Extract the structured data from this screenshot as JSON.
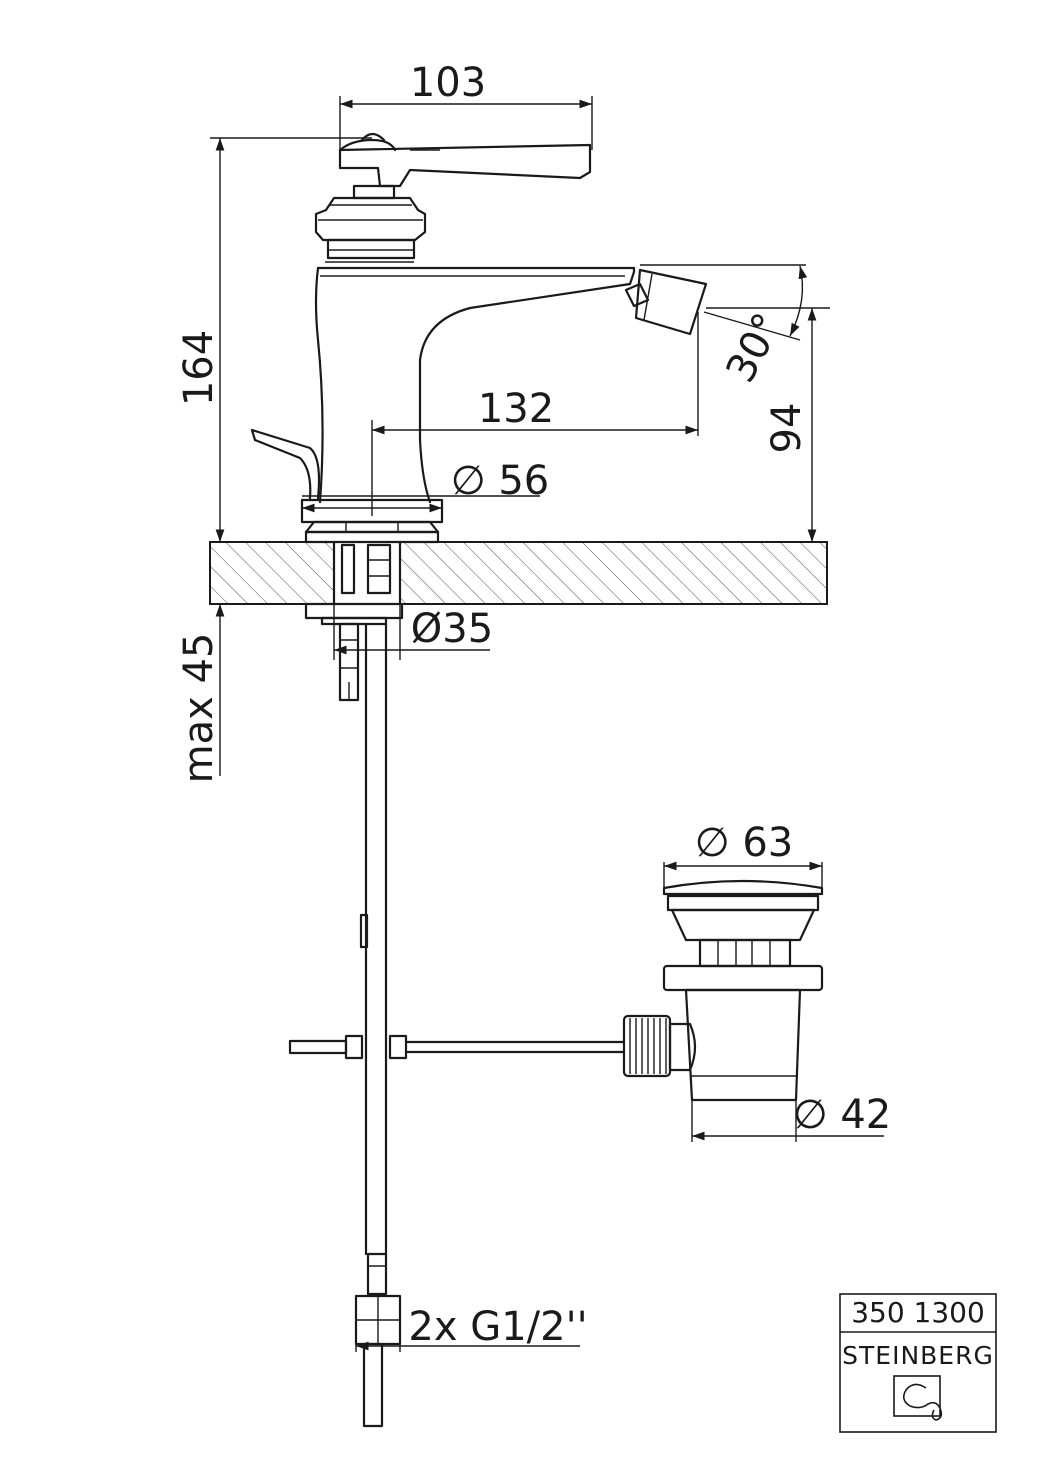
{
  "dimensions": {
    "width_top": "103",
    "height_total": "164",
    "spout_reach": "132",
    "base_diameter": "∅ 56",
    "spout_height": "94",
    "spray_angle": "30°",
    "hole_diameter": "Ø35",
    "max_deck": "max 45",
    "waste_head": "∅ 63",
    "waste_body": "∅ 42",
    "connections": "2x G1/2''"
  },
  "title_block": {
    "product_number": "350 1300",
    "brand": "STEINBERG"
  }
}
